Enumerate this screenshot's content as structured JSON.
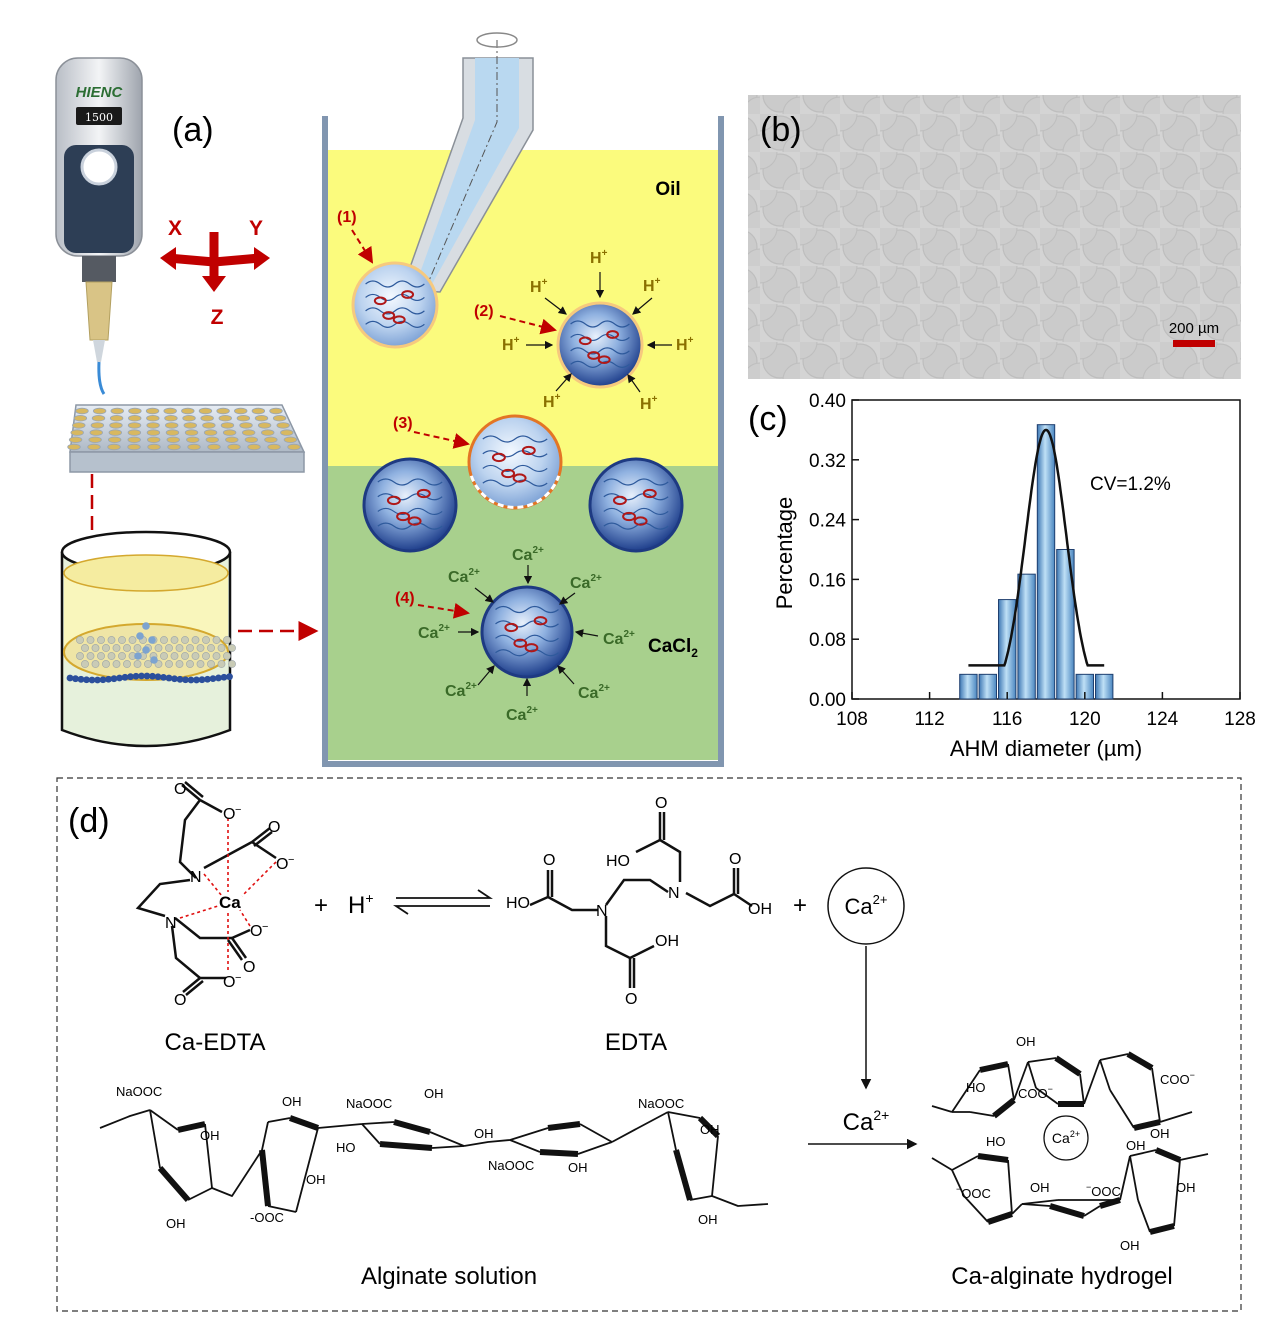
{
  "panels": {
    "a": "(a)",
    "b": "(b)",
    "c": "(c)",
    "d": "(d)"
  },
  "device": {
    "brand": "HIENC",
    "display": "1500"
  },
  "axes3d": {
    "x": "X",
    "y": "Y",
    "z": "Z"
  },
  "beaker": {
    "oil": "Oil",
    "cacl2": "CaCl",
    "cacl2_sub": "2",
    "steps": [
      "(1)",
      "(2)",
      "(3)",
      "(4)"
    ],
    "proton": "H",
    "proton_sup": "+",
    "calcium": "Ca",
    "calcium_sup": "2+"
  },
  "micrograph": {
    "scale_bar": "200 µm"
  },
  "histogram": {
    "cv": "CV=1.2%"
  },
  "chart_data": {
    "type": "bar",
    "xlabel": "AHM diameter (µm)",
    "ylabel": "Percentage",
    "xlim": [
      108,
      128
    ],
    "ylim": [
      0,
      0.4
    ],
    "xticks": [
      "108",
      "112",
      "116",
      "120",
      "124",
      "128"
    ],
    "yticks": [
      "0.00",
      "0.08",
      "0.16",
      "0.24",
      "0.32",
      "0.40"
    ],
    "bin_width": 1,
    "bins": [
      114,
      115,
      116,
      117,
      118,
      119,
      120,
      121
    ],
    "values": [
      0.033,
      0.033,
      0.133,
      0.167,
      0.367,
      0.2,
      0.033,
      0.033
    ],
    "fit": {
      "type": "gaussian",
      "mean": 118,
      "sd": 1.05,
      "peak": 0.36,
      "range": [
        114,
        121
      ]
    },
    "grid": false
  },
  "reaction": {
    "ca_edta": "Ca-EDTA",
    "edta": "EDTA",
    "plus": "+",
    "h": "H",
    "h_sup": "+",
    "ca": "Ca",
    "ca_sup": "2+",
    "ca_center": "Ca",
    "o_minus": "O",
    "minus": "−",
    "o": "O",
    "n": "N",
    "ho": "HO",
    "oh": "OH",
    "alginate": "Alginate solution",
    "hydrogel": "Ca-alginate hydrogel",
    "naooc": "NaOOC",
    "ooc": "-OOC",
    "coo": "COO",
    "ooc2": "OOC"
  }
}
